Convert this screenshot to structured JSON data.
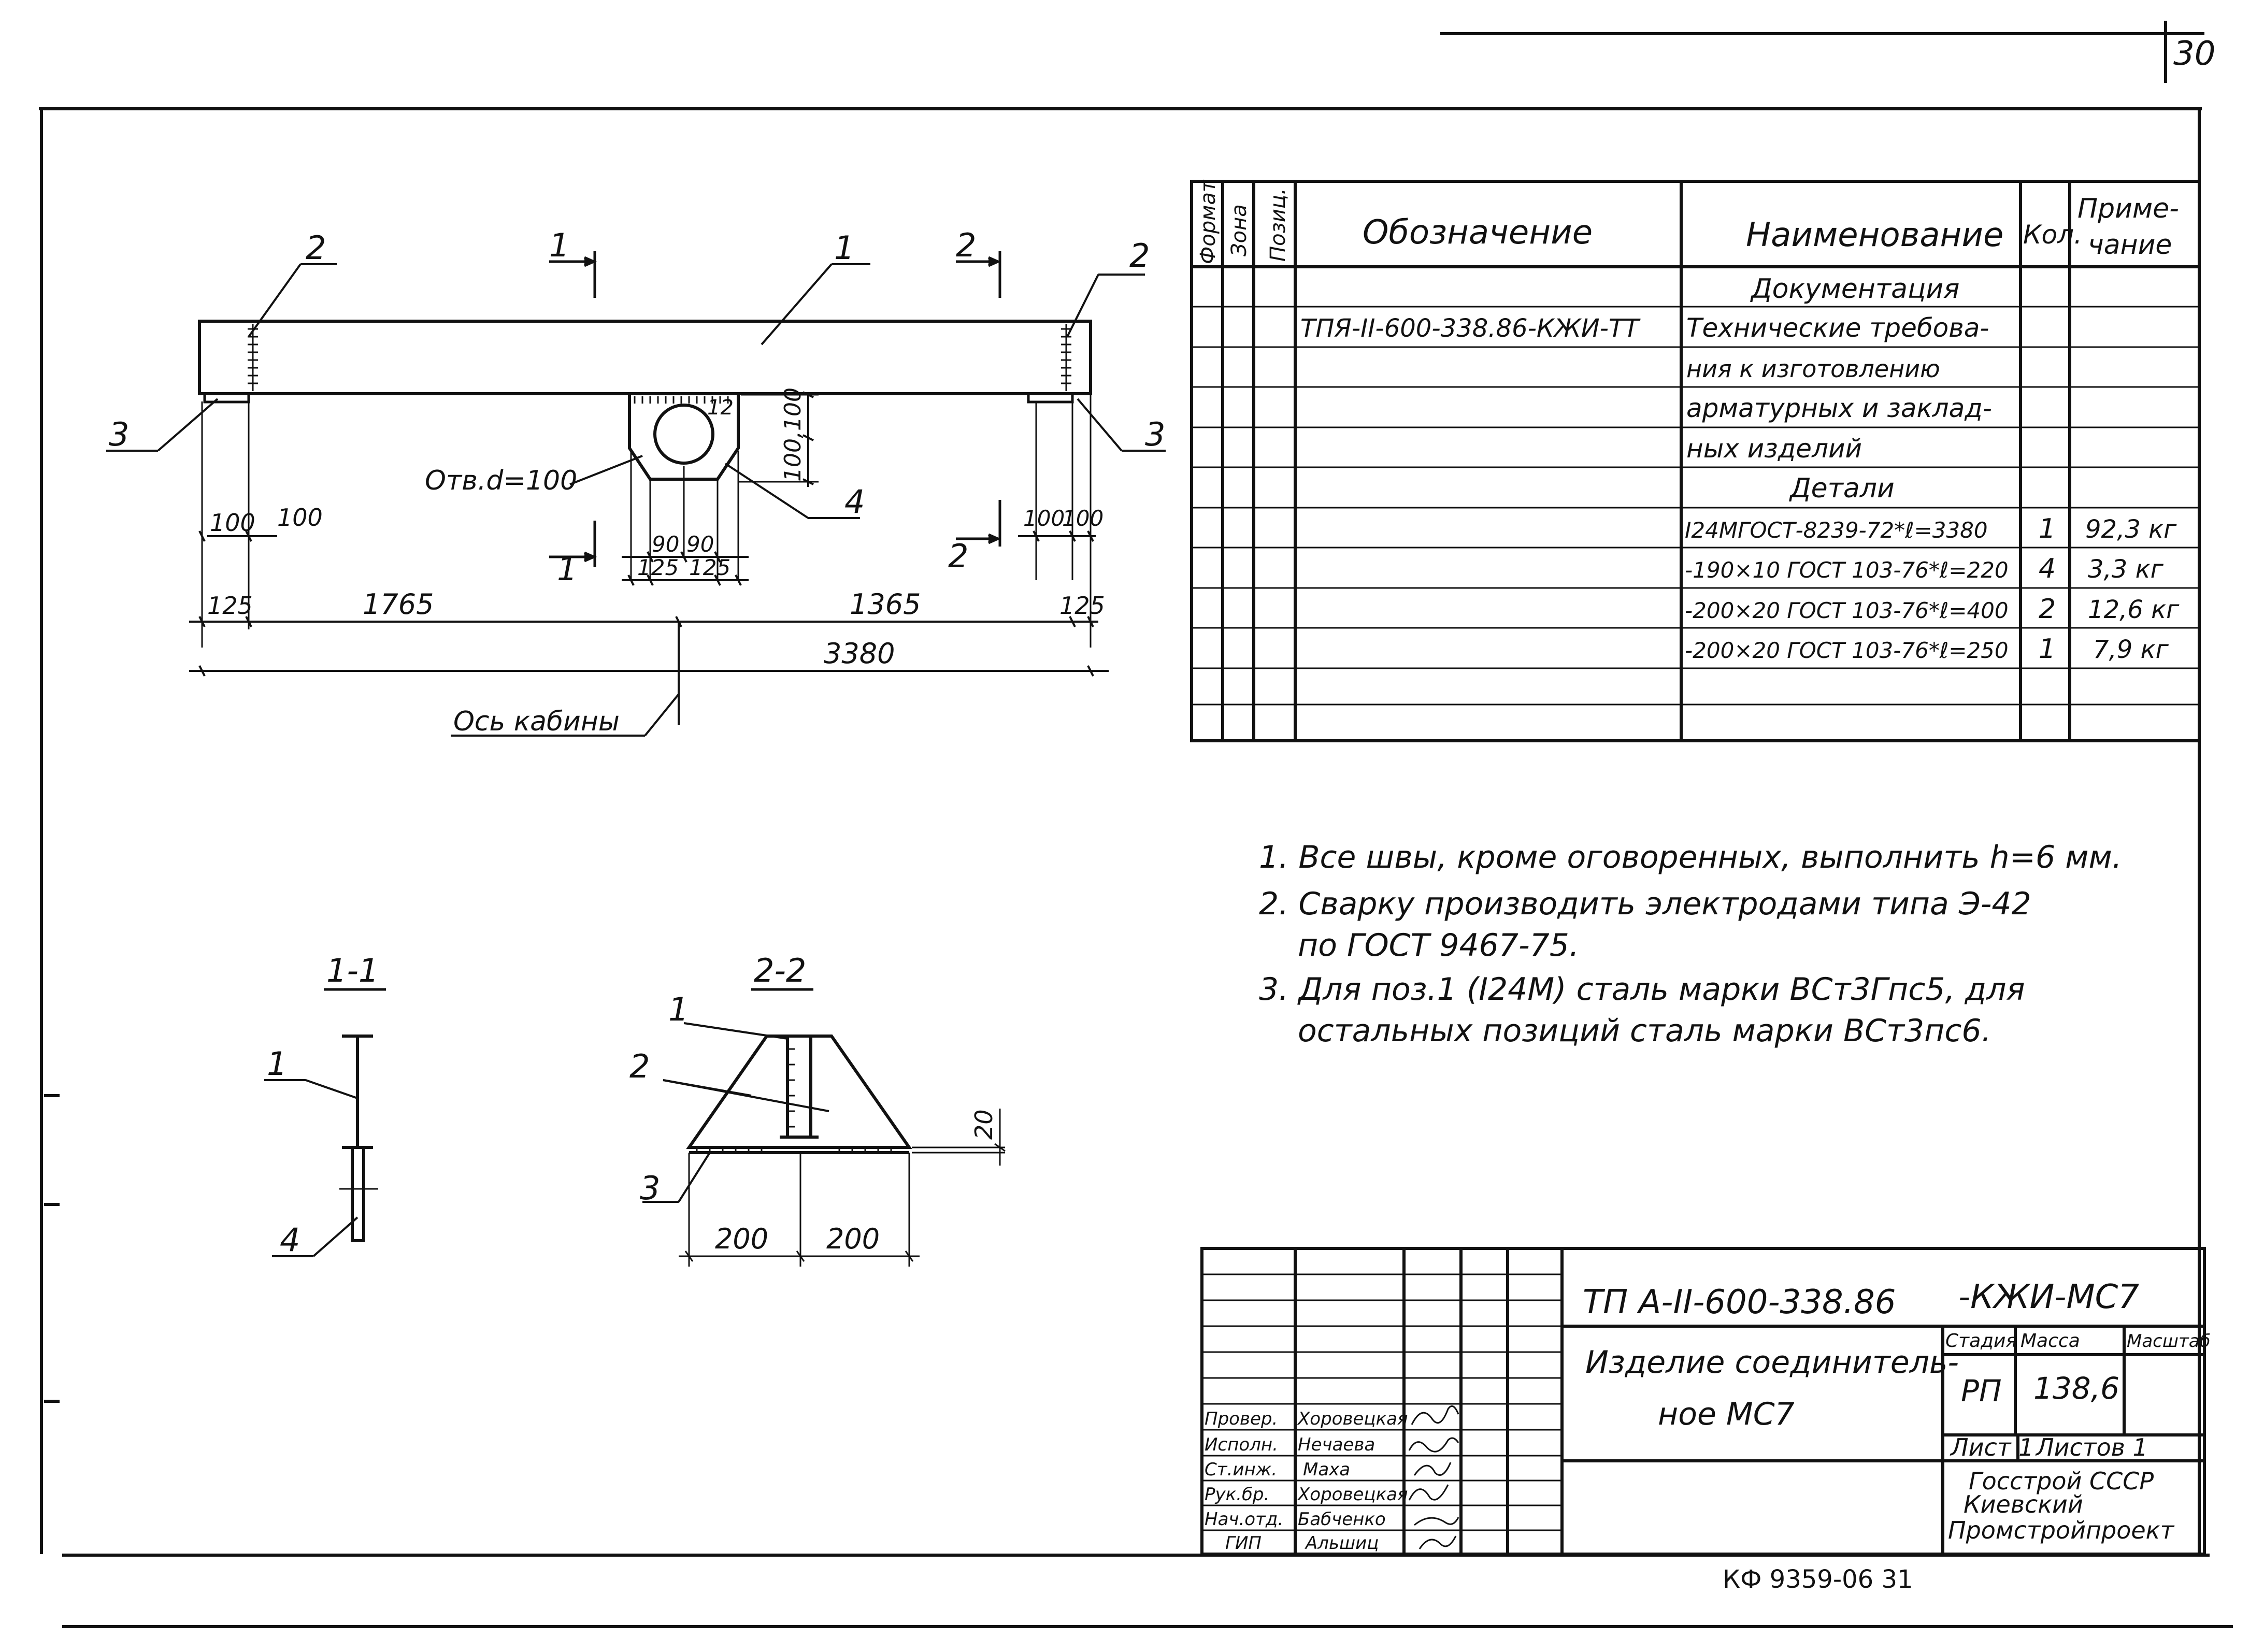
{
  "sheet_number": "30",
  "bottom_code": "КФ 9359-06   31",
  "drawing": {
    "labels": {
      "pos1": "1",
      "pos2": "2",
      "pos3": "3",
      "pos4": "4",
      "section1": "1",
      "section2": "2"
    },
    "dims": {
      "d12": "12",
      "d100_100": "100,100",
      "d100_a": "100",
      "d100_b": "100",
      "d90_a": "90",
      "d90_b": "90",
      "d125_a": "125",
      "d125_b": "125",
      "d100_c": "100",
      "d100_d": "100",
      "d125_left": "125",
      "d1765": "1765",
      "d1365": "1365",
      "d125_right": "125",
      "d3380": "3380"
    },
    "hole_label": "Отв.d=100",
    "axis_label": "Ось кабины"
  },
  "section11": {
    "title": "1-1",
    "labels": {
      "p1": "1",
      "p4": "4"
    }
  },
  "section22": {
    "title": "2-2",
    "labels": {
      "p1": "1",
      "p2": "2",
      "p3": "3"
    },
    "dims": {
      "d20": "20",
      "d200_a": "200",
      "d200_b": "200"
    }
  },
  "spec": {
    "headers": {
      "format": "Формат",
      "zone": "Зона",
      "pos": "Позиц.",
      "designation": "Обозначение",
      "name": "Наименование",
      "qty": "Кол.",
      "note1": "Приме-",
      "note2": "чание"
    },
    "rows": [
      {
        "designation": "",
        "name": "Документация",
        "qty": "",
        "note": ""
      },
      {
        "designation": "ТПЯ-II-600-338.86-КЖИ-ТТ",
        "name": "Технические требова-",
        "qty": "",
        "note": ""
      },
      {
        "designation": "",
        "name": "ния к изготовлению",
        "qty": "",
        "note": ""
      },
      {
        "designation": "",
        "name": "арматурных и заклад-",
        "qty": "",
        "note": ""
      },
      {
        "designation": "",
        "name": "ных изделий",
        "qty": "",
        "note": ""
      },
      {
        "designation": "",
        "name": "Детали",
        "qty": "",
        "note": ""
      },
      {
        "designation": "",
        "name": "I24МГОСТ-8239-72*ℓ=3380",
        "qty": "1",
        "note": "92,3 кг"
      },
      {
        "designation": "",
        "name": "-190×10 ГОСТ 103-76*ℓ=220",
        "qty": "4",
        "note": "3,3 кг"
      },
      {
        "designation": "",
        "name": "-200×20 ГОСТ 103-76*ℓ=400",
        "qty": "2",
        "note": "12,6 кг"
      },
      {
        "designation": "",
        "name": "-200×20 ГОСТ 103-76*ℓ=250",
        "qty": "1",
        "note": "7,9 кг"
      },
      {
        "designation": "",
        "name": "",
        "qty": "",
        "note": ""
      }
    ]
  },
  "notes": [
    "1. Все швы, кроме оговоренных, выполнить h=6 мм.",
    "2. Сварку производить электродами типа Э-42",
    "по ГОСТ 9467-75.",
    "3. Для поз.1 (I24М) сталь марки ВСт3Гпс5, для",
    "остальных позиций сталь марки ВСт3пс6."
  ],
  "title_block": {
    "code": "ТП А-II-600-338.86",
    "code_suffix": "-КЖИ-МС7",
    "title_line1": "Изделие соединитель-",
    "title_line2": "ное МС7",
    "stage_label": "Стадия",
    "mass_label": "Масса",
    "scale_label": "Масштаб",
    "stage": "РП",
    "mass": "138,6",
    "scale": "",
    "sheet_label": "Лист 1",
    "sheets_label": "Листов 1",
    "org_line1": "Госстрой СССР",
    "org_line2": "Киевский",
    "org_line3": "Промстройпроект",
    "people": [
      {
        "role": "Провер.",
        "name": "Хоровецкая"
      },
      {
        "role": "Исполн.",
        "name": "Нечаева"
      },
      {
        "role": "Ст.инж.",
        "name": "Маха"
      },
      {
        "role": "Рук.бр.",
        "name": "Хоровецкая"
      },
      {
        "role": "Нач.отд.",
        "name": "Бабченко"
      },
      {
        "role": "ГИП",
        "name": "Альшиц"
      }
    ]
  }
}
